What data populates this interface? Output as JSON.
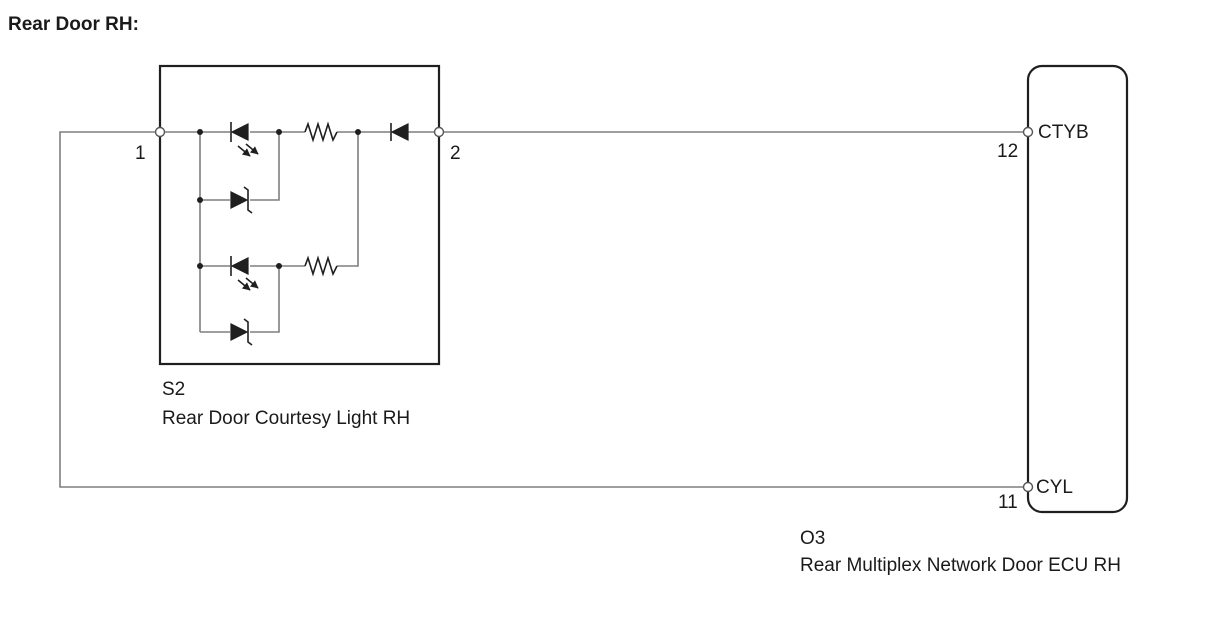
{
  "title": "Rear Door RH:",
  "courtesy_light": {
    "code": "S2",
    "name": "Rear Door Courtesy Light RH",
    "pin_left": "1",
    "pin_right": "2"
  },
  "ecu": {
    "code": "O3",
    "name": "Rear Multiplex Network Door ECU RH",
    "pin_top_number": "12",
    "pin_top_name": "CTYB",
    "pin_bottom_number": "11",
    "pin_bottom_name": "CYL"
  }
}
